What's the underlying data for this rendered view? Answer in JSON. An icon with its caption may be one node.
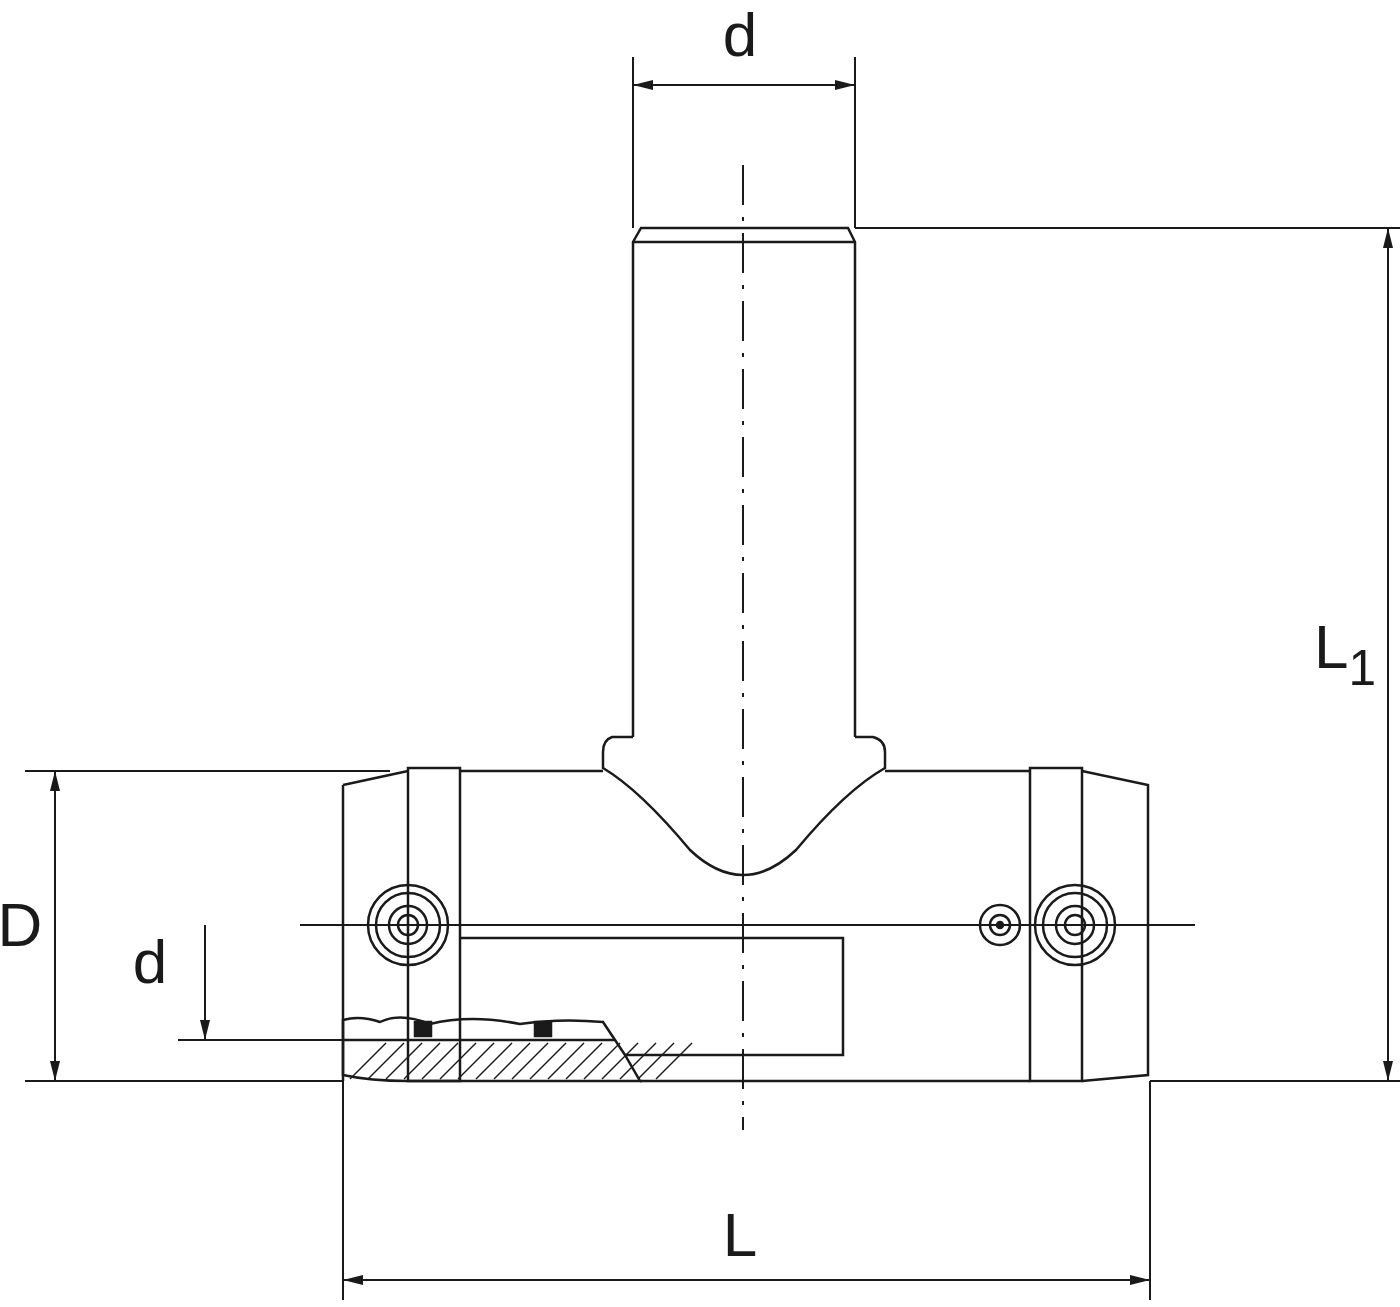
{
  "diagram": {
    "labels": [
      "d",
      "L$_{1}$",
      "D",
      "d",
      "L"
    ]
  }
}
